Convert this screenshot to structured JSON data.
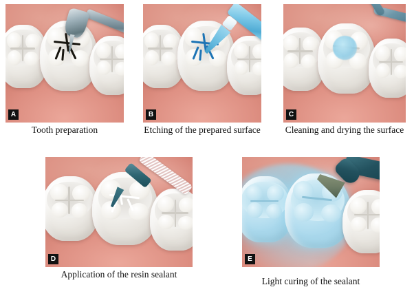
{
  "figure": {
    "title": "Dental fissure sealant procedure steps",
    "panel_count": 5,
    "caption_color": "#121212",
    "gum_color": "#d9897c",
    "tooth_color": "#f7f6f3",
    "badge_bg": "#111111",
    "badge_fg": "#ffffff",
    "cure_glow_color": "#96d7f0"
  },
  "panels": [
    {
      "id": "a",
      "badge": "A",
      "caption": "Tooth preparation",
      "instrument": "dental-handpiece-bur",
      "instrument_color": "#8fa3ad",
      "highlight": "dark-fissures",
      "highlight_color": "#17150f"
    },
    {
      "id": "b",
      "badge": "B",
      "caption": "Etching of the prepared surface",
      "instrument": "etchant-syringe",
      "instrument_color": "#7ec9e8",
      "highlight": "blue-etchant-fissures",
      "highlight_color": "#1d74b5"
    },
    {
      "id": "c",
      "badge": "C",
      "caption": "Cleaning and drying the surface",
      "instrument": "air-water-syringe",
      "instrument_color": "#6e97a9",
      "highlight": "blue-rinse-gel",
      "highlight_color": "#8ccde8"
    },
    {
      "id": "d",
      "badge": "D",
      "caption": "Application of the resin sealant",
      "instrument": "applicator-brush",
      "instrument_color": "#2f6673",
      "highlight": "clear-sealant",
      "highlight_color": "#ffffff"
    },
    {
      "id": "e",
      "badge": "E",
      "caption": "Light curing of the sealant",
      "instrument": "curing-light",
      "instrument_color": "#23525f",
      "highlight": "blue-cure-glow",
      "highlight_color": "#96d7f0"
    }
  ]
}
